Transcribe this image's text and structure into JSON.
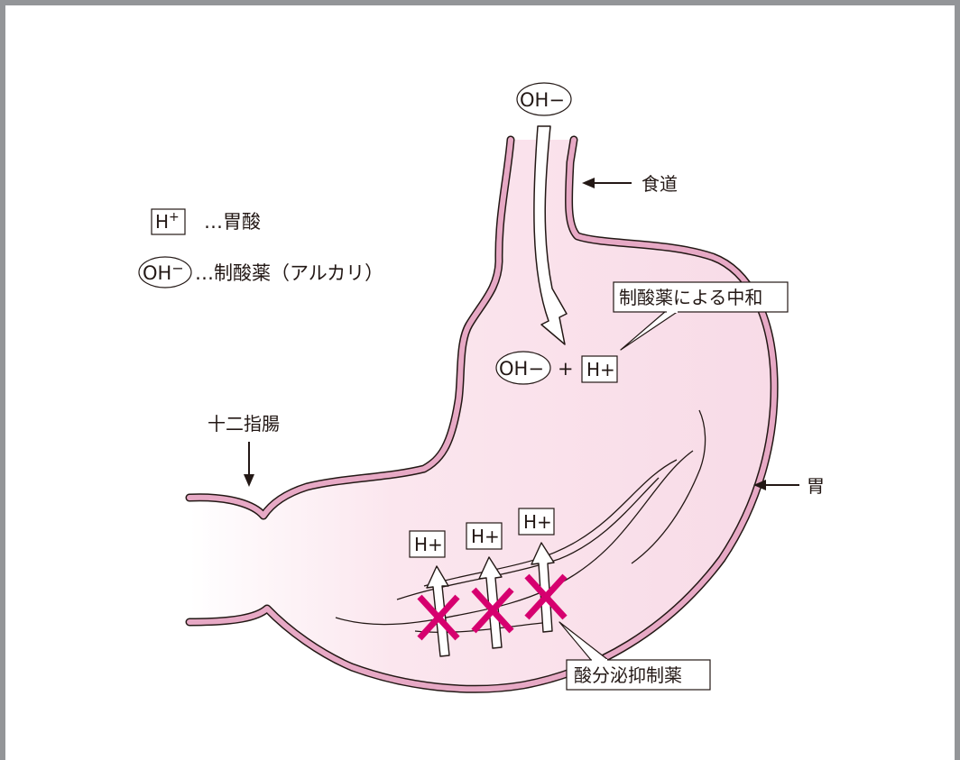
{
  "legend": {
    "h_plus": {
      "base": "H",
      "sup": "+",
      "desc": "…胃酸"
    },
    "oh_minus": {
      "base": "OH",
      "sup": "−",
      "desc": "…制酸薬（アルカリ）"
    }
  },
  "labels": {
    "esophagus": "食道",
    "duodenum": "十二指腸",
    "stomach": "胃",
    "neutralization": "制酸薬による中和",
    "acid_suppressant": "酸分泌抑制薬"
  },
  "reaction": {
    "input": "OH−",
    "left": "OH−",
    "plus": "+",
    "right": "H+"
  },
  "acid_marks": [
    "H+",
    "H+",
    "H+"
  ],
  "colors": {
    "frame": "#939598",
    "stomach_fill": "#fbe6ee",
    "stomach_outline": "#c7588a",
    "block_cross": "#d6006f",
    "ink": "#231815"
  }
}
